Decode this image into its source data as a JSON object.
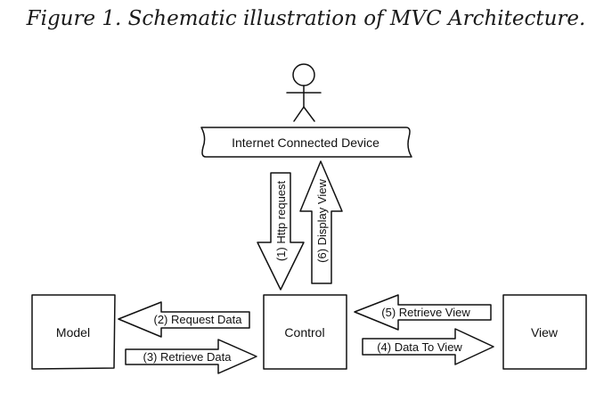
{
  "title": "Figure 1. Schematic illustration of MVC Architecture.",
  "nodes": {
    "device": "Internet Connected Device",
    "model": "Model",
    "control": "Control",
    "view": "View"
  },
  "arrows": {
    "http_request": "(1) Http request",
    "request_data": "(2) Request Data",
    "retrieve_data": "(3) Retrieve Data",
    "data_to_view": "(4) Data To View",
    "retrieve_view": "(5) Retrieve View",
    "display_view": "(6) Display View"
  }
}
